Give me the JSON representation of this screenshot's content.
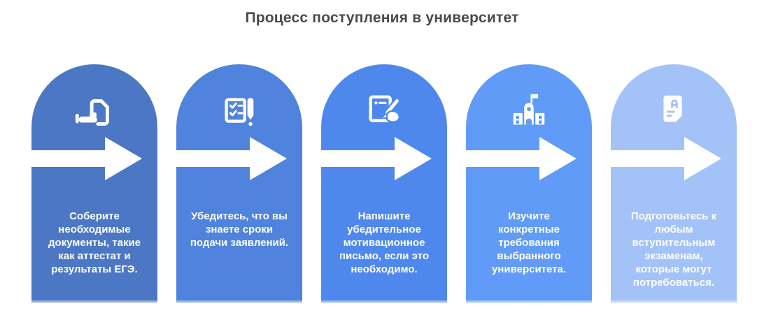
{
  "title": "Процесс поступления в университет",
  "title_color": "#4a4a4a",
  "arrow_color": "#ffffff",
  "text_color": "#ffffff",
  "steps": [
    {
      "index": 1,
      "text": "Соберите необходимые документы, такие как аттестат и результаты ЕГЭ.",
      "color": "#4b77c5",
      "icon": "document-in-hand-icon"
    },
    {
      "index": 2,
      "text": "Убедитесь, что вы знаете сроки подачи заявлений.",
      "color": "#4f83dd",
      "icon": "checklist-and-pen-icon"
    },
    {
      "index": 3,
      "text": "Напишите убедительное мотивационное письмо, если это необходимо.",
      "color": "#4f88ec",
      "icon": "hand-writing-on-document-icon"
    },
    {
      "index": 4,
      "text": "Изучите конкретные требования выбранного университета.",
      "color": "#5f9bf7",
      "icon": "university-building-icon"
    },
    {
      "index": 5,
      "text": "Подготовьтесь к любым вступительным экзаменам, которые могут потребоваться.",
      "color": "#a3c2f7",
      "icon": "exam-paper-icon"
    }
  ]
}
